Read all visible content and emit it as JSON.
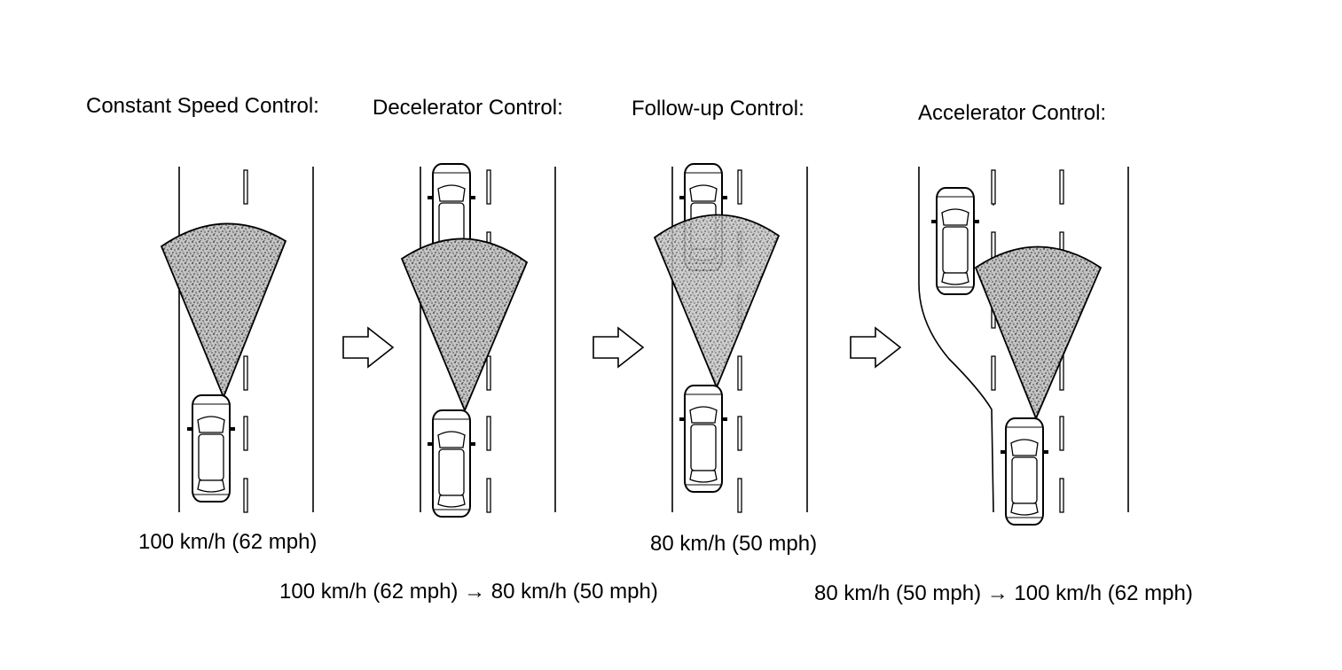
{
  "panels": [
    {
      "title": "Constant Speed Control:"
    },
    {
      "title": "Decelerator Control:"
    },
    {
      "title": "Follow-up Control:"
    },
    {
      "title": "Accelerator Control:"
    }
  ],
  "speeds": {
    "constant": "100 km/h (62 mph)",
    "decelerate": "100 km/h (62 mph) → 80 km/h (50 mph)",
    "follow": "80 km/h (50 mph)",
    "accelerate": "80 km/h (50 mph) → 100 km/h (62 mph)"
  },
  "icons": [
    "car-icon",
    "radar-cone-icon",
    "right-arrow-icon"
  ],
  "colors": {
    "line": "#000000",
    "radar_fill": "#9a9a9a",
    "background": "#ffffff"
  }
}
